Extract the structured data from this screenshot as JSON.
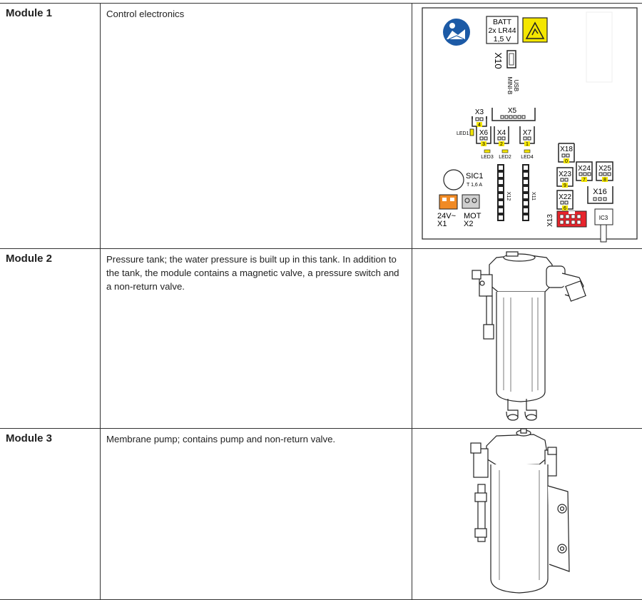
{
  "modules": [
    {
      "name": "Module 1",
      "description": "Control electronics",
      "figure": {
        "icons": [
          "manual-book-icon",
          "esd-warning-icon"
        ],
        "labels": {
          "batt": [
            "BATT",
            "2x LR44",
            "1,5 V"
          ],
          "x10": "X10",
          "usb": [
            "USB",
            "MINI-B"
          ],
          "x3": "X3",
          "x3_num": "4",
          "x5": "X5",
          "led1": "LED1",
          "x6": "X6",
          "x6_num": "3",
          "x4": "X4",
          "x4_num": "2",
          "x7": "X7",
          "x7_num": "1",
          "led3": "LED3",
          "led2": "LED2",
          "led4": "LED4",
          "x18": "X18",
          "x18_num": "0",
          "sic1": "SIC1",
          "fuse": "T 1,6 A",
          "x12": "X12",
          "x11": "X11",
          "x23": "X23",
          "x23_num": "9",
          "x24": "X24",
          "x24_num": "7",
          "x25": "X25",
          "x25_num": "8",
          "x22": "X22",
          "x22_num": "6",
          "x16": "X16",
          "x13": "X13",
          "ic3": "IC3",
          "v24": "24V~",
          "x1": "X1",
          "mot": "MOT",
          "x2": "X2"
        },
        "colors": {
          "yellow": "#f4e600",
          "orange": "#f08a24",
          "red": "#e8242c",
          "blue": "#1c5aa6",
          "gray": "#cfcfcf"
        }
      }
    },
    {
      "name": "Module 2",
      "description": "Pressure tank; the water pressure is built up in this tank. In addition to the tank, the module contains a magnetic valve, a pressure switch and a non-return valve."
    },
    {
      "name": "Module 3",
      "description": "Membrane pump; contains pump and non-return valve."
    }
  ]
}
